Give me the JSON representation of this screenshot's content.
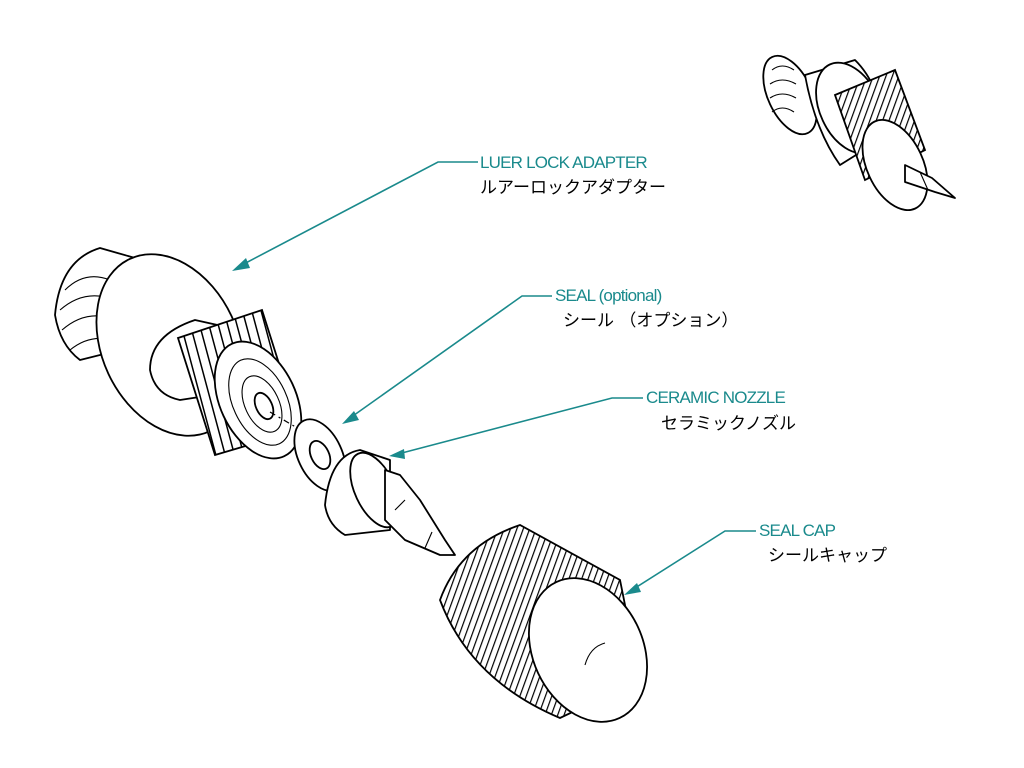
{
  "labels": {
    "luer_lock_adapter": {
      "en": "LUER LOCK ADAPTER",
      "jp": "ルアーロックアダプター"
    },
    "seal": {
      "en": "SEAL  (optional)",
      "jp": "シール （オプション）"
    },
    "ceramic_nozzle": {
      "en": "CERAMIC NOZZLE",
      "jp": "セラミックノズル"
    },
    "seal_cap": {
      "en": "SEAL  CAP",
      "jp": "シールキャップ"
    }
  },
  "colors": {
    "label_accent": "#1a8a8c",
    "outline": "#000000",
    "background": "#ffffff"
  }
}
